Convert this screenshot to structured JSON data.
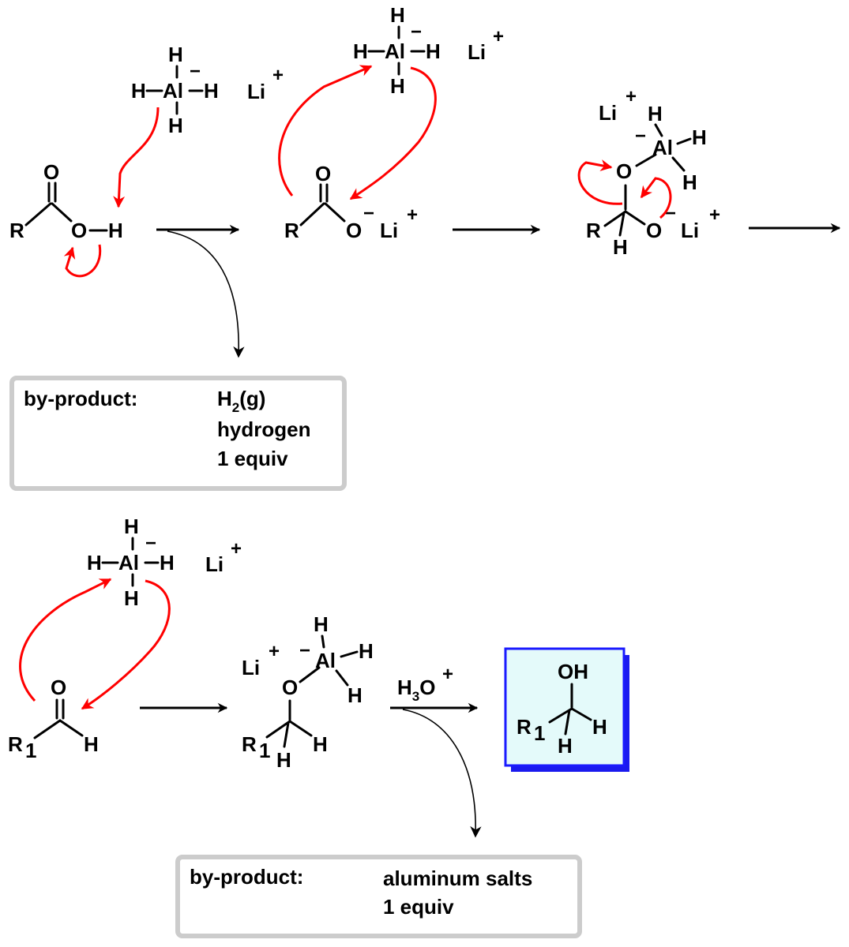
{
  "atoms": {
    "H": "H",
    "Al": "Al",
    "Li": "Li",
    "O": "O",
    "R": "R",
    "R1": "R",
    "sub1": "1",
    "OH": "OH",
    "minus": "−",
    "plus": "+"
  },
  "reagents": {
    "acid_quench": {
      "H": "H",
      "sub3": "3",
      "O": "O",
      "plus": "+"
    }
  },
  "byproducts": [
    {
      "label": "by-product:",
      "formula_main": "H",
      "formula_sub": "2",
      "formula_tail": "(g)",
      "lines": [
        "hydrogen",
        "1 equiv"
      ]
    },
    {
      "label": "by-product:",
      "lines": [
        "aluminum salts",
        "1 equiv"
      ]
    }
  ],
  "colors": {
    "electron_arrow": "#ff0000",
    "product_box_border": "#1a1aff",
    "product_box_shadow": "#1a1aee",
    "product_box_fill": "#e4fafa",
    "byproduct_box_border": "#cccccc"
  }
}
